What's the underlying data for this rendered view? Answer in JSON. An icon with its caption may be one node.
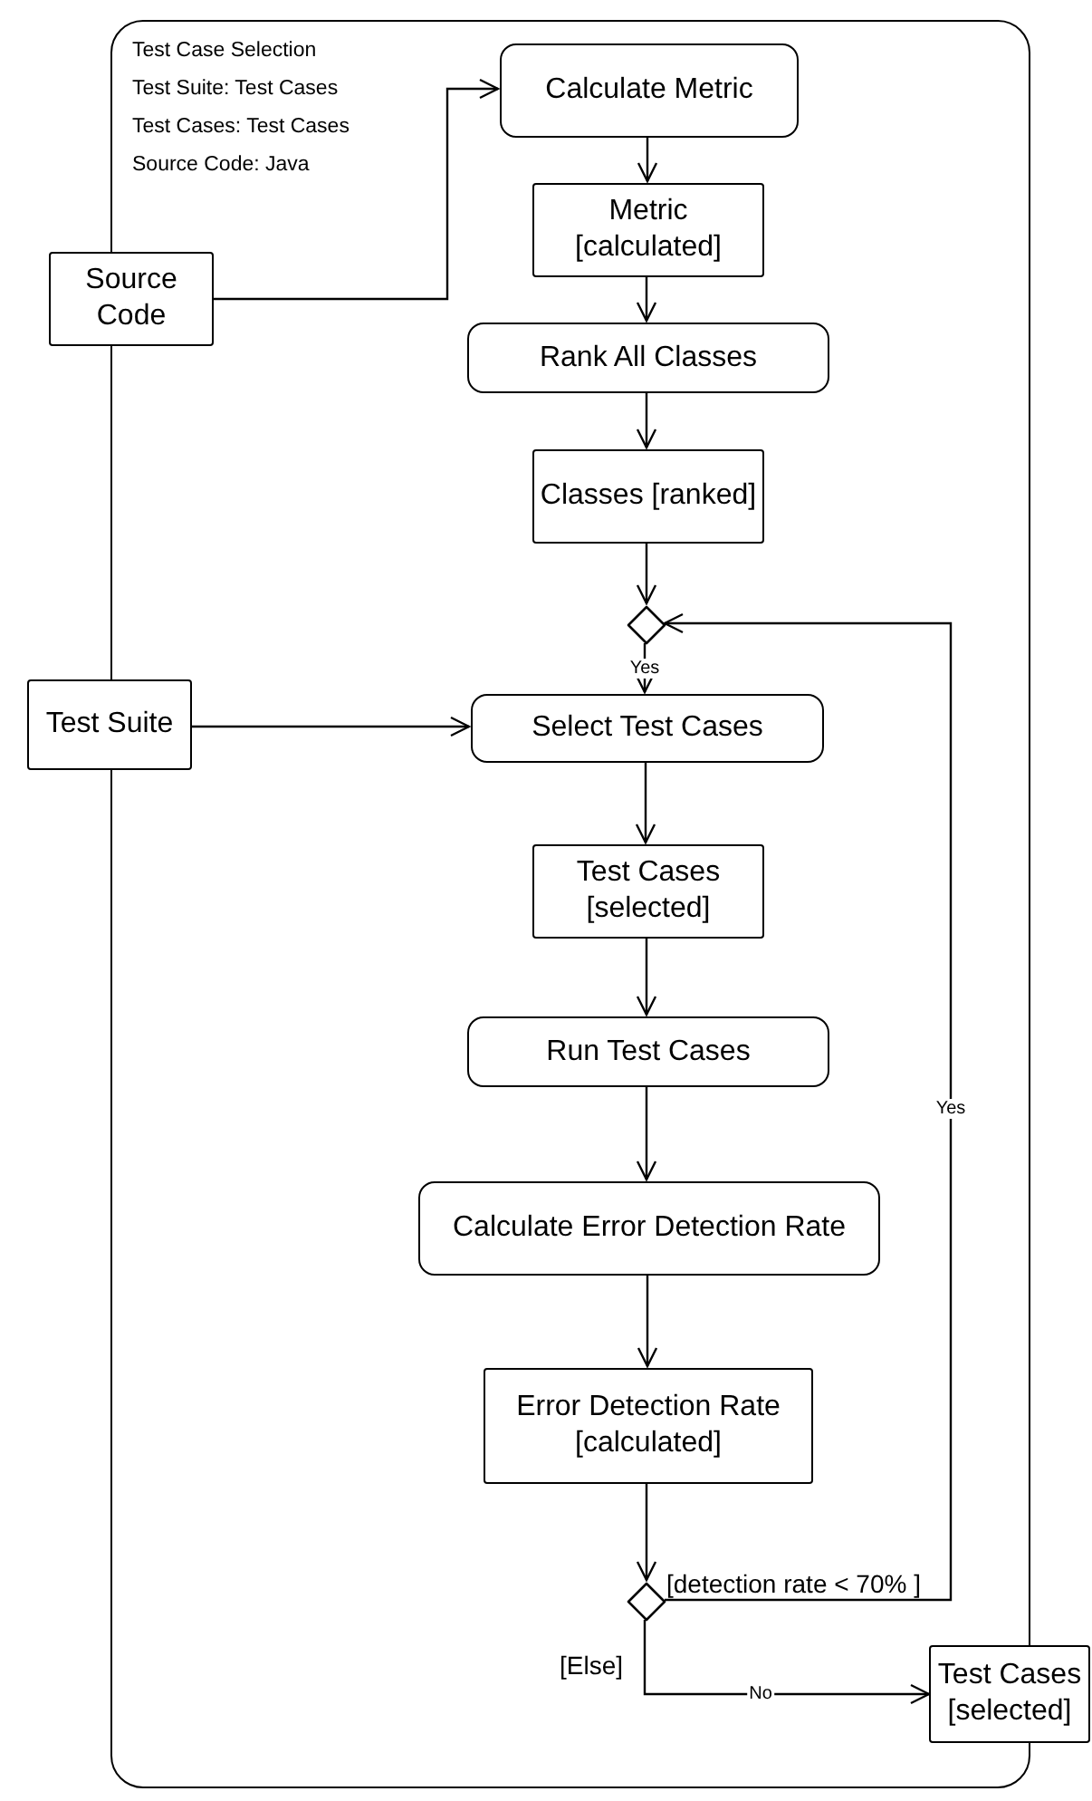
{
  "diagram": {
    "nodes": [
      {
        "text": [
          "Test Case Selection",
          "Test Suite: Test Cases",
          "Test Cases: Test Cases",
          "Source Code: Java"
        ]
      },
      {
        "text": [
          "Source Code"
        ]
      },
      {
        "text": [
          "Calculate Metric"
        ],
        "in": 0
      },
      {
        "text": [
          "Metric [calculated]"
        ],
        "in": 0
      },
      {
        "text": [
          "Rank All Classes"
        ],
        "in": 0
      },
      {
        "text": [
          "Classes [ranked]"
        ],
        "in": 0
      },
      {
        "text": [],
        "shape": "diamond",
        "in": 0
      },
      {
        "text": [
          "Test Suite"
        ]
      },
      {
        "text": [
          "Select Test Cases"
        ],
        "in": 0
      },
      {
        "text": [
          "Test Cases [selected]"
        ],
        "in": 0
      },
      {
        "text": [
          "Run Test Cases"
        ],
        "in": 0
      },
      {
        "text": [
          "Calculate Error Detection Rate"
        ],
        "in": 0
      },
      {
        "text": [
          "Error Detection Rate [calculated]"
        ],
        "in": 0
      },
      {
        "text": [],
        "shape": "diamond",
        "in": 0
      },
      {
        "text": [
          "Test Cases [selected]"
        ]
      }
    ],
    "edges": [
      {
        "from": 1,
        "to": 2,
        "arrow": "to"
      },
      {
        "from": 2,
        "to": 3,
        "arrow": "to"
      },
      {
        "from": 3,
        "to": 4,
        "arrow": "to"
      },
      {
        "from": 4,
        "to": 5,
        "arrow": "to"
      },
      {
        "from": 5,
        "to": 6,
        "arrow": "to"
      },
      {
        "from": 6,
        "to": 8,
        "arrow": "to",
        "label": "Yes"
      },
      {
        "from": 7,
        "to": 8,
        "arrow": "to"
      },
      {
        "from": 8,
        "to": 9,
        "arrow": "to"
      },
      {
        "from": 9,
        "to": 10,
        "arrow": "to"
      },
      {
        "from": 10,
        "to": 11,
        "arrow": "to"
      },
      {
        "from": 11,
        "to": 12,
        "arrow": "to"
      },
      {
        "from": 12,
        "to": 13,
        "arrow": "to"
      },
      {
        "from": 13,
        "to": 6,
        "arrow": "to",
        "label": "Yes"
      },
      {
        "from": 13,
        "to": 14,
        "arrow": "to",
        "label": "No"
      }
    ],
    "labels": [
      "[detection rate < 70% ]",
      "[Else]"
    ]
  }
}
